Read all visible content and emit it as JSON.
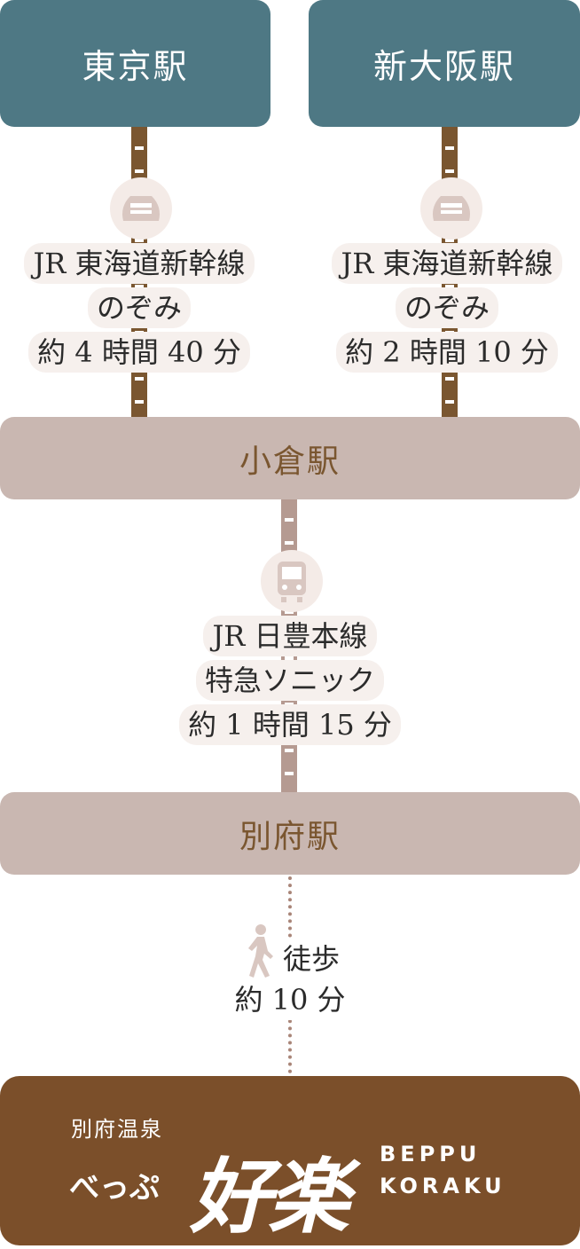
{
  "stations": {
    "tokyo": "東京駅",
    "shin_osaka": "新大阪駅",
    "kokura": "小倉駅",
    "beppu": "別府駅"
  },
  "routes": {
    "tokyo_kokura": {
      "line": "JR 東海道新幹線",
      "train": "のぞみ",
      "time": "約 4 時間 40 分"
    },
    "osaka_kokura": {
      "line": "JR 東海道新幹線",
      "train": "のぞみ",
      "time": "約 2 時間 10 分"
    },
    "kokura_beppu": {
      "line": "JR 日豊本線",
      "train": "特急ソニック",
      "time": "約 1 時間 15 分"
    },
    "beppu_walk": {
      "mode": "徒歩",
      "time": "約 10 分"
    }
  },
  "icons": {
    "shinkansen": "shinkansen-icon",
    "train": "train-icon",
    "walk": "walking-person-icon"
  },
  "brand": {
    "subtitle": "別府温泉",
    "kana": "べっぷ",
    "logo": "好楽",
    "en_line1": "BEPPU",
    "en_line2": "KORAKU"
  },
  "colors": {
    "teal": "#4e7884",
    "mauve": "#c9b7b1",
    "brown": "#7b4f2a"
  }
}
